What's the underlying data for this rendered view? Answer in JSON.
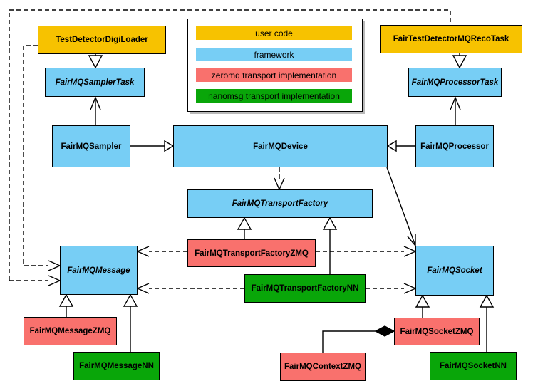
{
  "colors": {
    "user_code": "#F7C200",
    "framework": "#77CEF5",
    "zeromq": "#F9716D",
    "nanomsg": "#09A609"
  },
  "legend": {
    "items": [
      {
        "label": "user code",
        "color_key": "user_code"
      },
      {
        "label": "framework",
        "color_key": "framework"
      },
      {
        "label": "zeromq transport implementation",
        "color_key": "zeromq"
      },
      {
        "label": "nanomsg transport implementation",
        "color_key": "nanomsg"
      }
    ]
  },
  "nodes": {
    "digiLoader": {
      "label": "TestDetectorDigiLoader",
      "category": "user_code",
      "abstract": false
    },
    "recoTask": {
      "label": "FairTestDetectorMQRecoTask",
      "category": "user_code",
      "abstract": false
    },
    "samplerTask": {
      "label": "FairMQSamplerTask",
      "category": "framework",
      "abstract": true
    },
    "processorTask": {
      "label": "FairMQProcessorTask",
      "category": "framework",
      "abstract": true
    },
    "sampler": {
      "label": "FairMQSampler",
      "category": "framework",
      "abstract": false
    },
    "device": {
      "label": "FairMQDevice",
      "category": "framework",
      "abstract": false
    },
    "processor": {
      "label": "FairMQProcessor",
      "category": "framework",
      "abstract": false
    },
    "transportFactory": {
      "label": "FairMQTransportFactory",
      "category": "framework",
      "abstract": true
    },
    "transportFactoryZMQ": {
      "label": "FairMQTransportFactoryZMQ",
      "category": "zeromq",
      "abstract": false
    },
    "transportFactoryNN": {
      "label": "FairMQTransportFactoryNN",
      "category": "nanomsg",
      "abstract": false
    },
    "message": {
      "label": "FairMQMessage",
      "category": "framework",
      "abstract": true
    },
    "socket": {
      "label": "FairMQSocket",
      "category": "framework",
      "abstract": true
    },
    "messageZMQ": {
      "label": "FairMQMessageZMQ",
      "category": "zeromq",
      "abstract": false
    },
    "messageNN": {
      "label": "FairMQMessageNN",
      "category": "nanomsg",
      "abstract": false
    },
    "contextZMQ": {
      "label": "FairMQContextZMQ",
      "category": "zeromq",
      "abstract": false
    },
    "socketZMQ": {
      "label": "FairMQSocketZMQ",
      "category": "zeromq",
      "abstract": false
    },
    "socketNN": {
      "label": "FairMQSocketNN",
      "category": "nanomsg",
      "abstract": false
    }
  }
}
